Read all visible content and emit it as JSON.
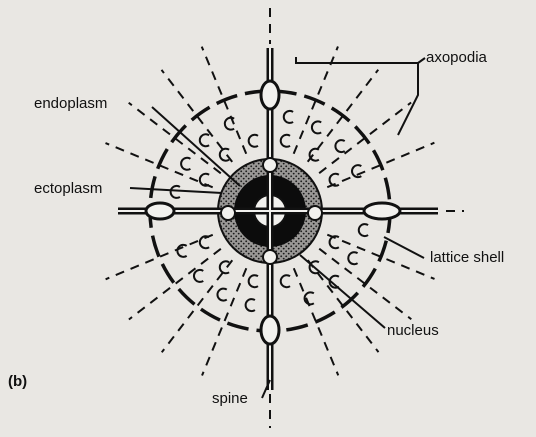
{
  "figure": {
    "panel_label": "(b)",
    "labels": {
      "axopodia": "axopodia",
      "endoplasm": "endoplasm",
      "ectoplasm": "ectoplasm",
      "lattice_shell": "lattice shell",
      "nucleus": "nucleus",
      "spine": "spine"
    }
  },
  "colors": {
    "background": "#e9e7e3",
    "ink": "#111111"
  }
}
